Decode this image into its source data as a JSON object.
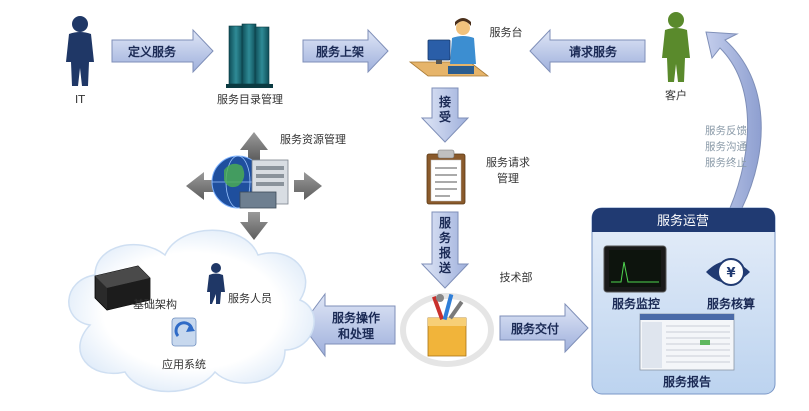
{
  "nodes": {
    "it": "IT",
    "catalog": "服务目录管理",
    "service_desk": "服务台",
    "customer": "客户",
    "resource": "服务资源管理",
    "request_mgmt_line1": "服务请求",
    "request_mgmt_line2": "管理",
    "tech_dept": "技术部",
    "infrastructure": "基础架构",
    "staff": "服务人员",
    "app_system": "应用系统"
  },
  "arrows": {
    "define_service": "定义服务",
    "service_listing": "服务上架",
    "request_service": "请求服务",
    "accept_1": "接",
    "accept_2": "受",
    "dispatch_1": "服",
    "dispatch_2": "务",
    "dispatch_3": "报",
    "dispatch_4": "送",
    "operate_line1": "服务操作",
    "operate_line2": "和处理",
    "delivery": "服务交付"
  },
  "feedback": {
    "line1": "服务反馈",
    "line2": "服务沟通",
    "line3": "服务终止"
  },
  "panel": {
    "title": "服务运营",
    "monitor": "服务监控",
    "accounting": "服务核算",
    "report": "服务报告"
  },
  "colors": {
    "arrow_fill": "#b3c0e4",
    "arrow_stroke": "#7f8fb8",
    "panel_header": "#203a72",
    "panel_body": "#cfe0f4",
    "person_it": "#1f3766",
    "person_customer": "#5a8a2c"
  }
}
